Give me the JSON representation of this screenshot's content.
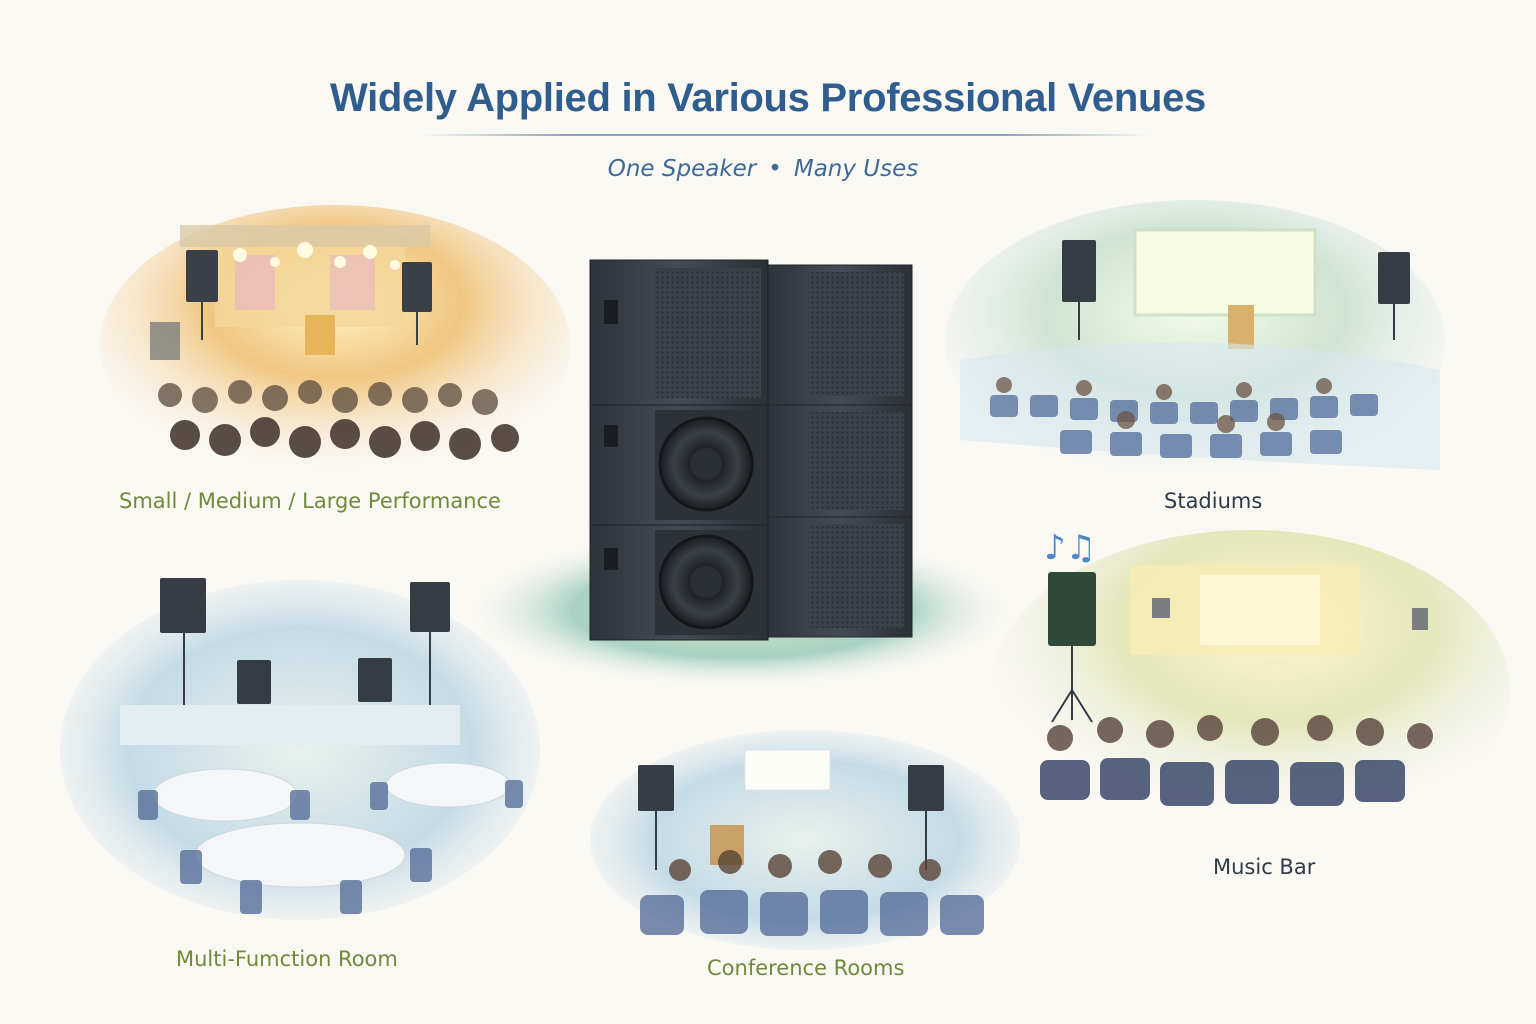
{
  "title": "Widely Applied in Various Professional Venues",
  "subtitle": {
    "part1": "One Speaker",
    "separator": "•",
    "part2": "Many Uses"
  },
  "venues": {
    "performance": {
      "label": "Small / Medium / Large Performance",
      "color": "#6f8a3a"
    },
    "stadiums": {
      "label": "Stadiums",
      "color": "#2f3b46"
    },
    "multi_function": {
      "label": "Multi-Fumction Room",
      "color": "#6f8a3a"
    },
    "conference": {
      "label": "Conference Rooms",
      "color": "#6f8a3a"
    },
    "music_bar": {
      "label": "Music Bar",
      "color": "#2f3b46"
    }
  },
  "product": {
    "icon": "line-array-speaker-stack"
  },
  "decor": {
    "music_notes": "♪♫"
  },
  "colors": {
    "title": "#2f5d8e",
    "accent_green": "#6f8a3a",
    "speaker": "#3a4048"
  }
}
